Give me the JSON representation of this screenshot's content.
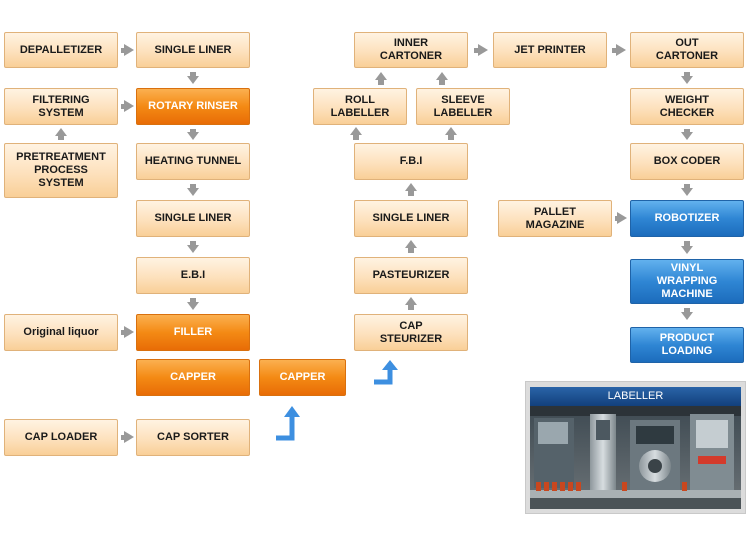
{
  "boxes": {
    "depalletizer": "DEPALLETIZER",
    "filtering_system": "FILTERING\nSYSTEM",
    "pretreatment": "PRETREATMENT\nPROCESS\nSYSTEM",
    "original_liquor": "Original liquor",
    "cap_loader": "CAP LOADER",
    "single_liner_1": "SINGLE LINER",
    "rotary_rinser": "ROTARY RINSER",
    "heating_tunnel": "HEATING TUNNEL",
    "single_liner_2": "SINGLE LINER",
    "ebi": "E.B.I",
    "filler": "FILLER",
    "capper_1": "CAPPER",
    "cap_sorter": "CAP SORTER",
    "capper_2": "CAPPER",
    "cap_steurizer": "CAP\nSTEURIZER",
    "pasteurizer": "PASTEURIZER",
    "single_liner_3": "SINGLE LINER",
    "fbi": "F.B.I",
    "roll_labeller": "ROLL\nLABELLER",
    "sleeve_labeller": "SLEEVE\nLABELLER",
    "inner_cartoner": "INNER\nCARTONER",
    "jet_printer": "JET PRINTER",
    "pallet_magazine": "PALLET\nMAGAZINE",
    "out_cartoner": "OUT\nCARTONER",
    "weight_checker": "WEIGHT\nCHECKER",
    "box_coder": "BOX CODER",
    "robotizer": "ROBOTIZER",
    "vinyl_wrapping": "VINYL\nWRAPPING\nMACHINE",
    "product_loading": "PRODUCT\nLOADING"
  },
  "photo": {
    "title": "LABELLER"
  },
  "colors": {
    "light_box": "#fde1bd",
    "orange_box": "#f48a14",
    "blue_box": "#2f86d4",
    "arrow_gray": "#999999",
    "turn_arrow_blue": "#3d8fe0"
  }
}
